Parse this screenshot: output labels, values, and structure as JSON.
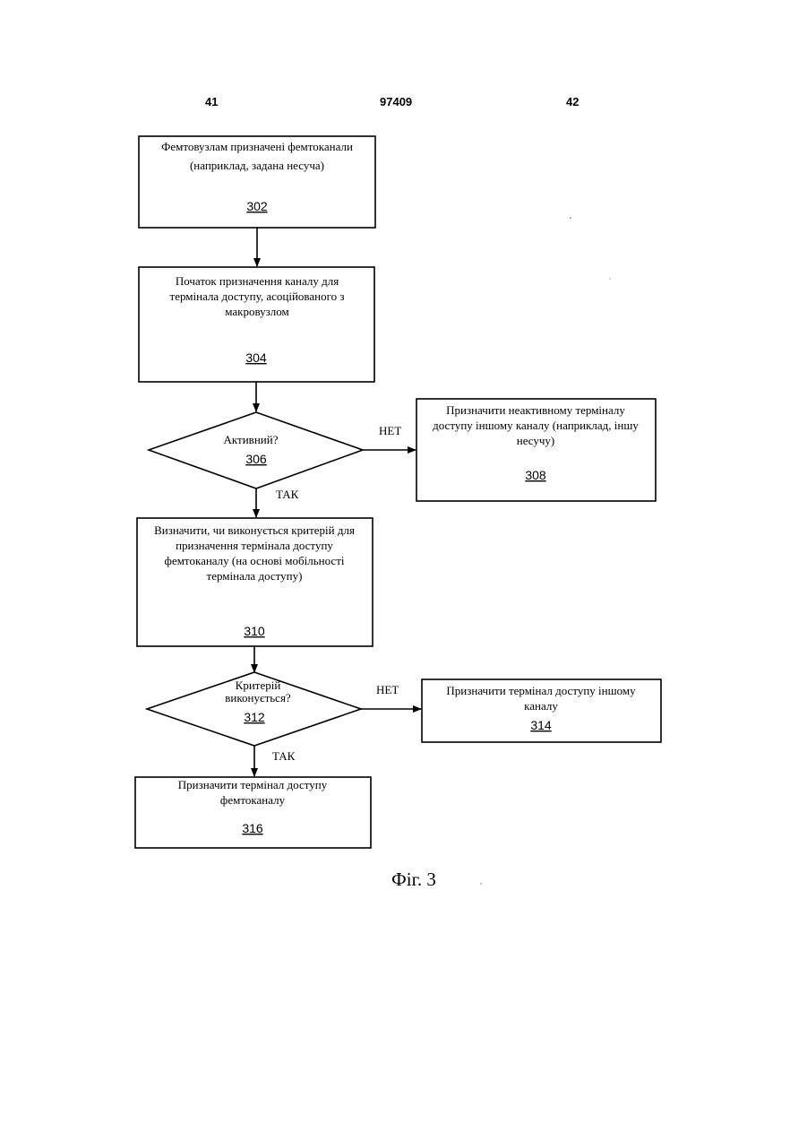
{
  "header": {
    "left_page": "41",
    "patent_number": "97409",
    "right_page": "42"
  },
  "nodes": {
    "n302": {
      "lines": [
        "Фемтовузлам призначені фемтоканали",
        "(наприклад, задана несуча)"
      ],
      "ref": "302"
    },
    "n304": {
      "lines": [
        "Початок призначення каналу для",
        "термінала доступу, асоційованого з",
        "макровузлом"
      ],
      "ref": "304"
    },
    "n306": {
      "lines": [
        "Активний?"
      ],
      "ref": "306"
    },
    "n308": {
      "lines": [
        "Призначити неактивному терміналу",
        "доступу іншому каналу (наприклад, іншу",
        "несучу)"
      ],
      "ref": "308"
    },
    "n310": {
      "lines": [
        "Визначити, чи виконується критерій для",
        "призначення термінала доступу",
        "фемтоканалу (на основі мобільності",
        "термінала доступу)"
      ],
      "ref": "310"
    },
    "n312": {
      "lines": [
        "Критерій",
        "виконується?"
      ],
      "ref": "312"
    },
    "n314": {
      "lines": [
        "Призначити термінал доступу іншому",
        "каналу"
      ],
      "ref": "314"
    },
    "n316": {
      "lines": [
        "Призначити термінал доступу",
        "фемтоканалу"
      ],
      "ref": "316"
    }
  },
  "edges": {
    "no_306": "НЕТ",
    "yes_306": "ТАК",
    "no_312": "НЕТ",
    "yes_312": "ТАК"
  },
  "figure_caption": "Фіг. 3"
}
